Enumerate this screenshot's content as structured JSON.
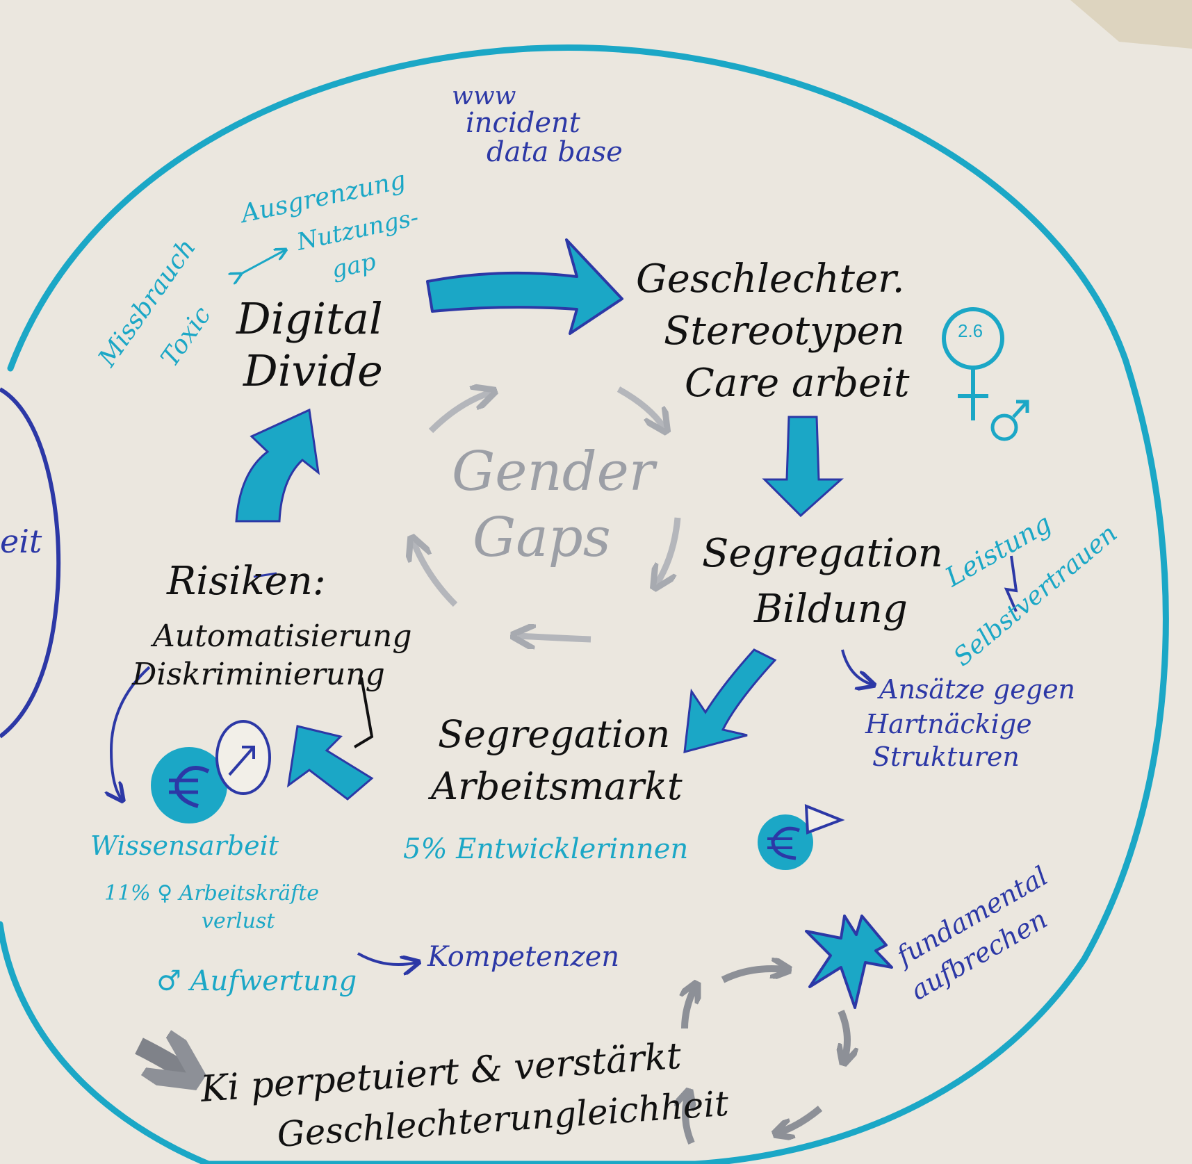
{
  "center": {
    "line1": "Gender",
    "line2": "Gaps"
  },
  "nodes": {
    "geschlechter": {
      "line1": "Geschlechter.",
      "line2": "Stereotypen",
      "line3": "Care arbeit"
    },
    "bildung": {
      "line1": "Segregation",
      "line2": "Bildung"
    },
    "arbeitsmarkt": {
      "line1": "Segregation",
      "line2": "Arbeitsmarkt"
    },
    "risiken": {
      "line1": "Risiken:",
      "line2": "Automatisierung",
      "line3": "Diskriminierung"
    },
    "digital": {
      "line1": "Digital",
      "line2": "Divide"
    }
  },
  "notes": {
    "www": {
      "line1": "www",
      "line2": "incident",
      "line3": "data base"
    },
    "ausgrenzung": "Ausgrenzung",
    "nutzungs": {
      "line1": "Nutzungs-",
      "line2": "gap"
    },
    "missbrauch": "Missbrauch",
    "toxic": "Toxic",
    "leistung": "Leistung",
    "selbstvertrauen": "Selbstvertrauen",
    "ansaetze": {
      "line1": "Ansätze gegen",
      "line2": "Hartnäckige",
      "line3": "Strukturen"
    },
    "entwicklerinnen": "5% Entwicklerinnen",
    "wissensarbeit": "Wissensarbeit",
    "arbeitskraefte": "11% ♀ Arbeitskräfte",
    "verlust": "verlust",
    "aufwertung": "♂ Aufwertung",
    "kompetenzen": "Kompetenzen",
    "fundamental": {
      "line1": "fundamental",
      "line2": "aufbrechen"
    },
    "ki": {
      "line1": "Ki perpetuiert & verstärkt",
      "line2": "Geschlechterungleichheit"
    },
    "edge": "eit",
    "gender_badge": "2.6"
  },
  "colors": {
    "paper": "#e9e5dc",
    "turquoise": "#1ba7c6",
    "navy": "#2c38a6",
    "black": "#111111",
    "grey": "#9c9fa6"
  }
}
